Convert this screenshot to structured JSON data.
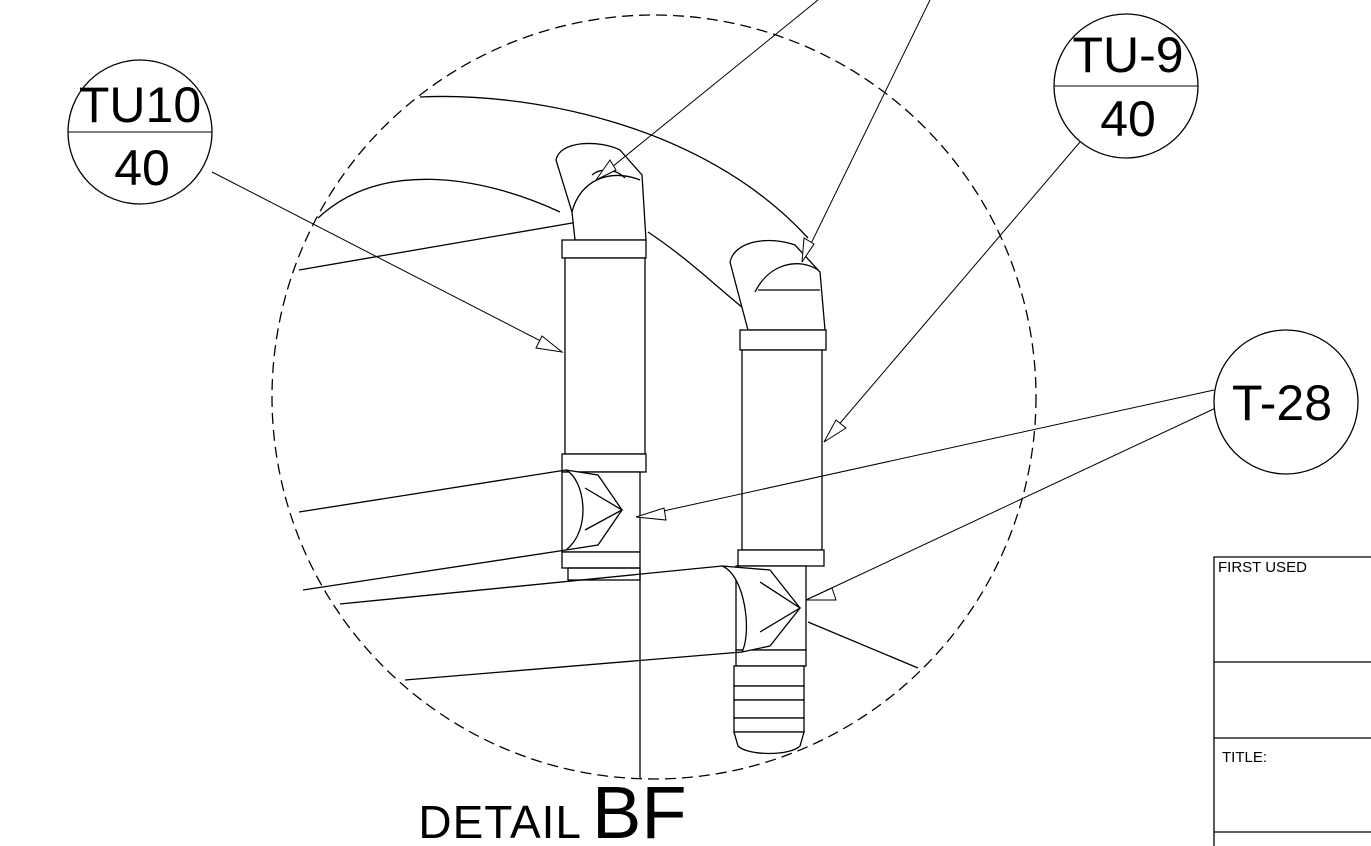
{
  "balloons": {
    "tu10": {
      "top": "TU10",
      "bottom": "40"
    },
    "tu9": {
      "top": "TU-9",
      "bottom": "40"
    },
    "t28": {
      "label": "T-28"
    }
  },
  "detail": {
    "prefix": "DETAIL",
    "letters": "BF"
  },
  "title_block": {
    "first_used_label": "FIRST USED",
    "title_label": "TITLE:"
  }
}
